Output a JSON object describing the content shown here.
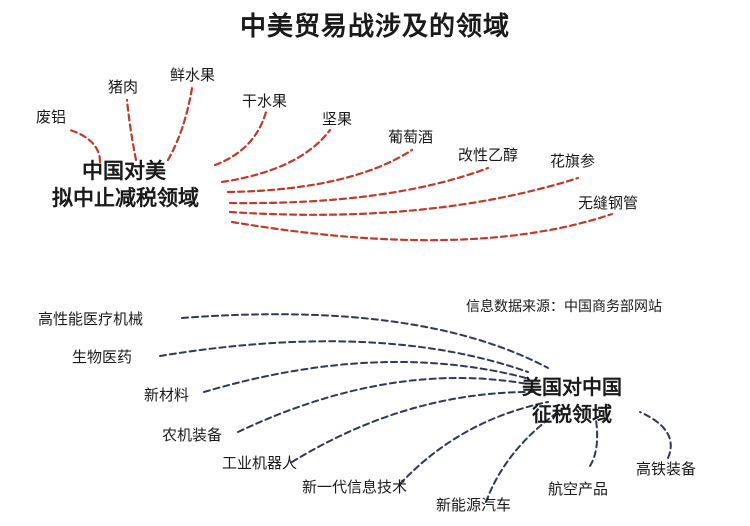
{
  "title": "中美贸易战涉及的领域",
  "source": "信息数据来源：中国商务部网站",
  "colors": {
    "china_lines": "#c0392b",
    "us_lines": "#2e3a59",
    "text": "#1a1a1a"
  },
  "china_hub": {
    "line1": "中国对美",
    "line2": "拟中止减税领域",
    "items": [
      "废铝",
      "猪肉",
      "鲜水果",
      "干水果",
      "坚果",
      "葡萄酒",
      "改性乙醇",
      "花旗参",
      "无缝钢管"
    ]
  },
  "us_hub": {
    "line1": "美国对中国",
    "line2": "征税领域",
    "items": [
      "高性能医疗机械",
      "生物医药",
      "新材料",
      "农机装备",
      "工业机器人",
      "新一代信息技术",
      "新能源汽车",
      "航空产品",
      "高铁装备"
    ]
  }
}
